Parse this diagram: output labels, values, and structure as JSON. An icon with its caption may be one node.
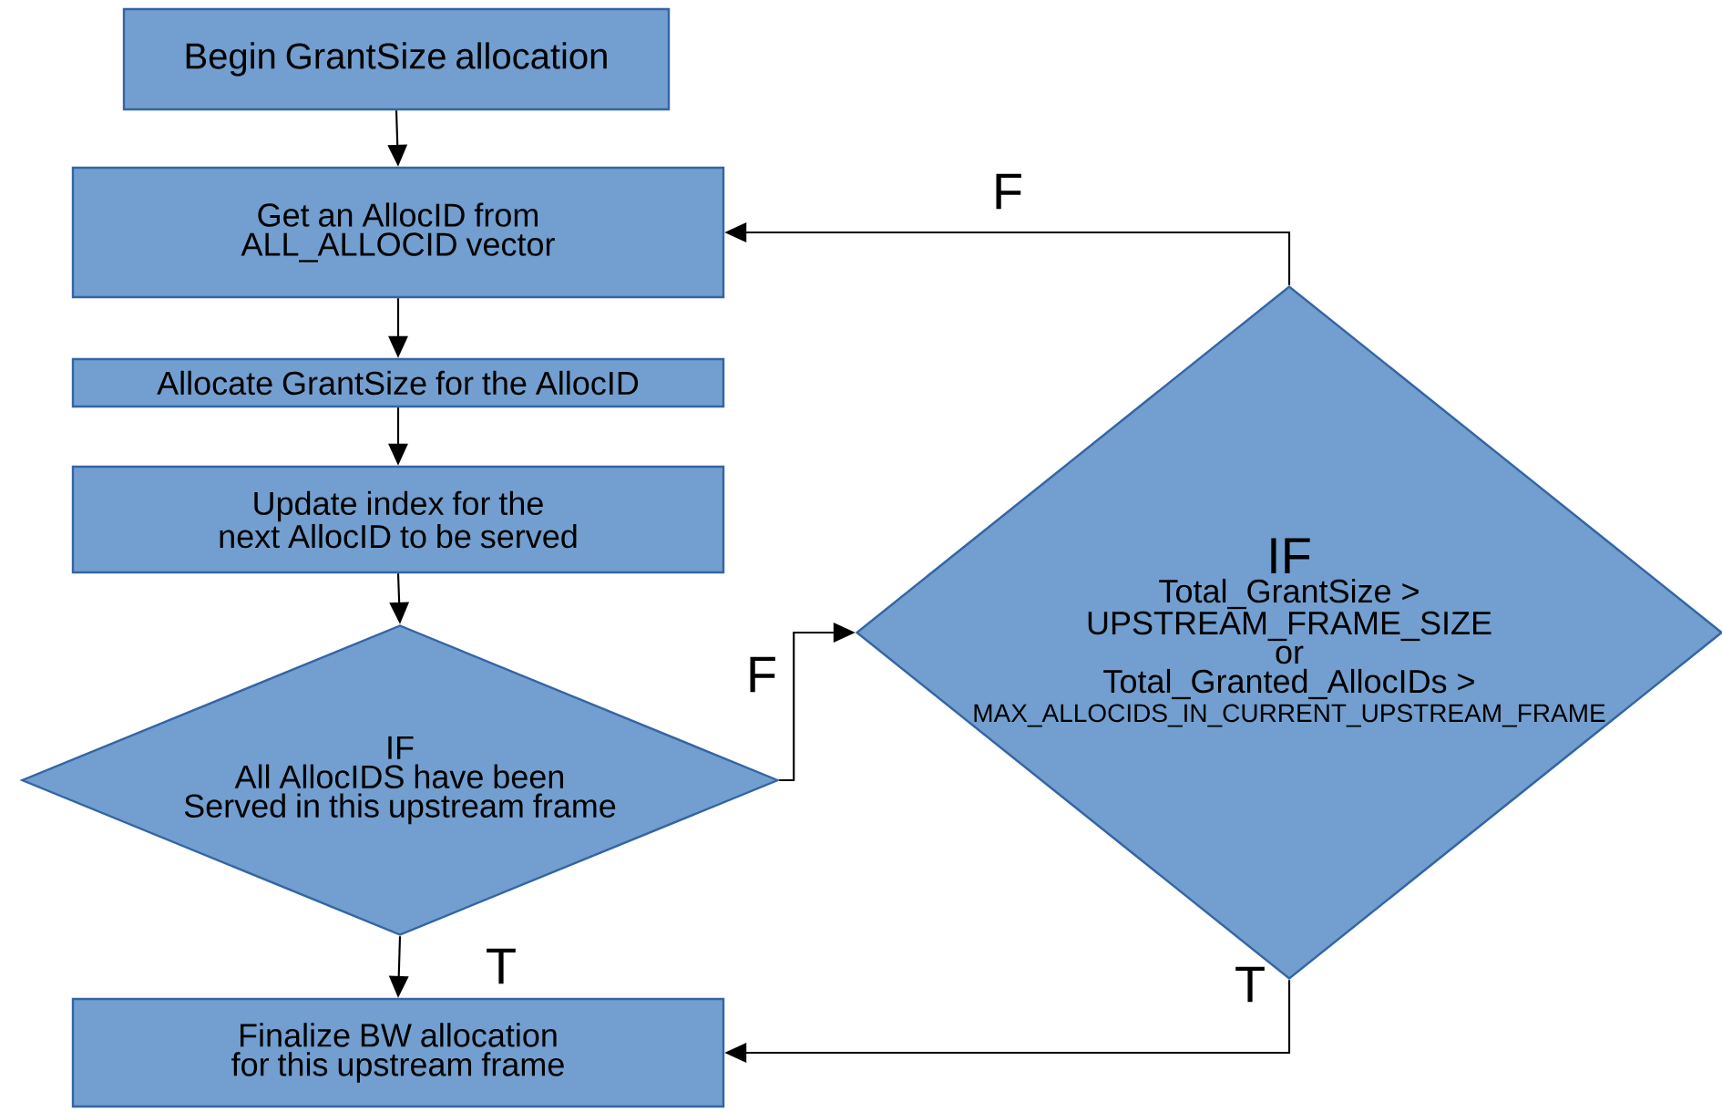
{
  "diagram": {
    "nodes": [
      {
        "text": [
          "Begin GrantSize allocation"
        ]
      },
      {
        "text": [
          "Get an AllocID from ALL_ALLOCID vector"
        ]
      },
      {
        "text": [
          "Allocate GrantSize for the AllocID"
        ]
      },
      {
        "text": [
          "Update index for the next AllocID to be served"
        ]
      },
      {
        "text": [
          "IF",
          "All AllocIDS have been Served in this upstream frame"
        ]
      },
      {
        "text": [
          "IF",
          "Total_GrantSize >",
          "UPSTREAM_FRAME_SIZE",
          "or",
          "Total_Granted_AllocIDs >",
          "MAX_ALLOCIDS_IN_CURRENT_UPSTREAM_FRAME"
        ]
      },
      {
        "text": [
          "Finalize BW allocation for this upstream frame"
        ]
      }
    ],
    "edges": [
      {
        "from": 0,
        "to": 1,
        "arrow": "to"
      },
      {
        "from": 1,
        "to": 2,
        "arrow": "to"
      },
      {
        "from": 2,
        "to": 3,
        "arrow": "to"
      },
      {
        "from": 3,
        "to": 4,
        "arrow": "to"
      },
      {
        "from": 4,
        "to": 6,
        "arrow": "to",
        "label": "T"
      },
      {
        "from": 4,
        "to": 5,
        "arrow": "to",
        "label": "F"
      },
      {
        "from": 5,
        "to": 1,
        "arrow": "to",
        "label": "F"
      },
      {
        "from": 5,
        "to": 6,
        "arrow": "to",
        "label": "T"
      }
    ]
  }
}
